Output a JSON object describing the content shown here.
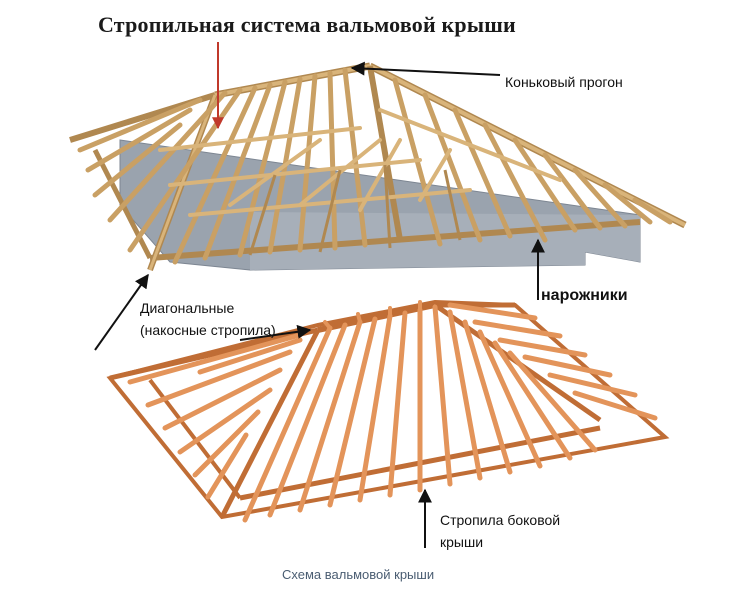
{
  "title": "Стропильная система вальмовой крыши",
  "labels": {
    "ridge_beam": "Коньковый прогон",
    "hip_jacks": "нарожники",
    "diagonal_line1": "Диагональные",
    "diagonal_line2": "(накосные стропила)",
    "side_rafters_line1": "Стропила боковой",
    "side_rafters_line2": "крыши"
  },
  "caption": "Схема вальмовой крыши",
  "colors": {
    "top_timber": "#d9b47a",
    "top_timber_dark": "#b08850",
    "wall": "#9aa3ae",
    "bottom_timber": "#e3945a",
    "bottom_timber_dark": "#c06d35",
    "pointer_red": "#c0392b",
    "arrow": "#111111",
    "caption": "#4a5d72"
  }
}
